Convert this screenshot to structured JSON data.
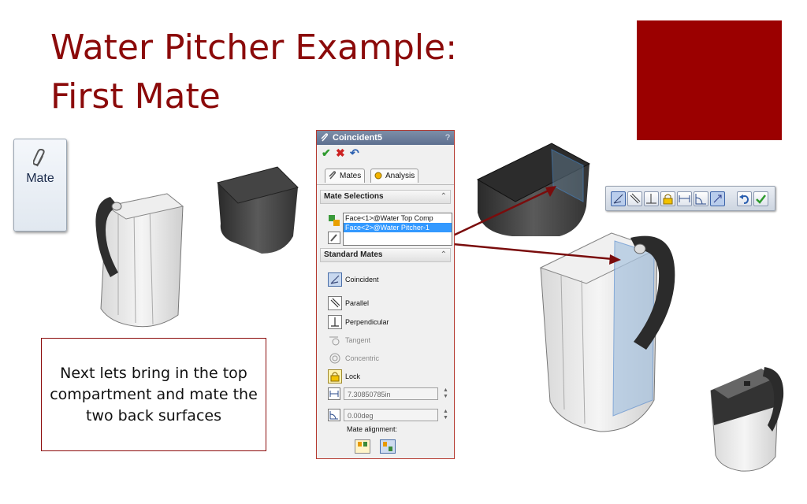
{
  "slide": {
    "title_line1": "Water Pitcher Example:",
    "title_line2": "First Mate",
    "accent_color": "#8b0a0a",
    "note_text": "Next lets bring in the top compartment and mate the two back surfaces"
  },
  "mate_button": {
    "label": "Mate",
    "icon": "paperclip-icon"
  },
  "property_manager": {
    "title": "Coincident5",
    "help": "?",
    "actions": {
      "ok": "✔",
      "cancel": "✖",
      "undo": "↶"
    },
    "tabs": [
      {
        "label": "Mates"
      },
      {
        "label": "Analysis"
      }
    ],
    "mate_selections": {
      "header": "Mate Selections",
      "items": [
        "Face<1>@Water Top Comp",
        "Face<2>@Water Pitcher-1"
      ]
    },
    "standard_mates": {
      "header": "Standard Mates",
      "options": [
        {
          "label": "Coincident",
          "state": "selected"
        },
        {
          "label": "Parallel",
          "state": "enabled"
        },
        {
          "label": "Perpendicular",
          "state": "enabled"
        },
        {
          "label": "Tangent",
          "state": "disabled"
        },
        {
          "label": "Concentric",
          "state": "disabled"
        },
        {
          "label": "Lock",
          "state": "enabled"
        }
      ],
      "distance_value": "7.30850785in",
      "angle_value": "0.00deg",
      "mate_alignment_label": "Mate alignment:"
    }
  }
}
